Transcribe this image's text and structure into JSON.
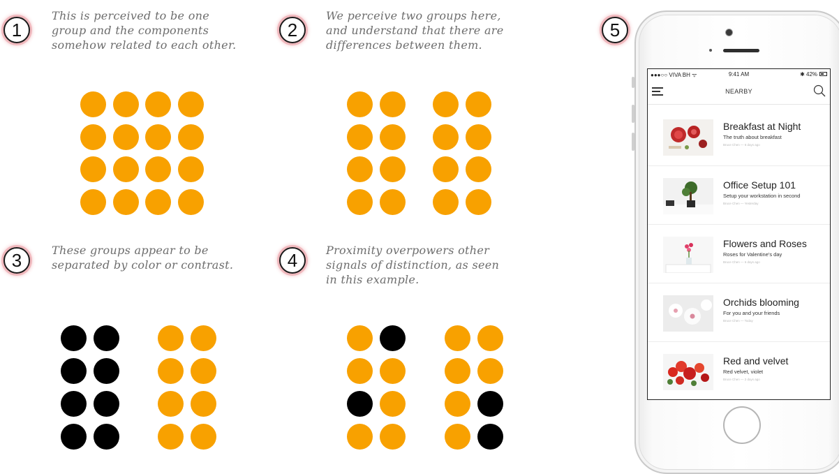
{
  "panels": [
    {
      "number": "1",
      "caption": [
        "This is perceived to be one",
        "group and the components",
        "somehow related to each other."
      ]
    },
    {
      "number": "2",
      "caption": [
        "We perceive two groups here,",
        "and understand that there are",
        "differences between them."
      ]
    },
    {
      "number": "3",
      "caption": [
        "These groups appear to be",
        "separated by color or contrast."
      ]
    },
    {
      "number": "4",
      "caption": [
        "Proximity overpowers other",
        "signals of distinction, as seen",
        "in this example."
      ]
    },
    {
      "number": "5"
    }
  ],
  "colors": {
    "orange": "#f8a100",
    "black": "#000000",
    "badge_glow": "#f0b8bd"
  },
  "dot_grids": {
    "panel1": [
      "oooo",
      "oooo",
      "oooo",
      "oooo"
    ],
    "panel2": [
      "oo oo",
      "oo oo",
      "oo oo",
      "oo oo"
    ],
    "panel3": [
      "bb oo",
      "bb oo",
      "bb oo",
      "bb oo"
    ],
    "panel4": [
      "ob oo",
      "oo oo",
      "bo ob",
      "oo ob"
    ]
  },
  "phone": {
    "status": {
      "carrier": "●●●○○ VIVA BH ᯤ",
      "time": "9:41 AM",
      "battery": "✱ 42%"
    },
    "nav_title": "NEARBY",
    "icons": {
      "menu": "hamburger-menu-icon",
      "search": "search-icon"
    },
    "feed": [
      {
        "title": "Breakfast at Night",
        "subtitle": "The truth about breakfast",
        "meta": "Bruce Chen — 6 days ago",
        "image": "breakfast-tarts"
      },
      {
        "title": "Office Setup 101",
        "subtitle": "Setup your workstation in second",
        "meta": "Bruce Chen — Yesterday",
        "image": "bonsai-desk"
      },
      {
        "title": "Flowers and Roses",
        "subtitle": "Roses for Valentine's day",
        "meta": "Bruce Chen — 6 days ago",
        "image": "vase-roses"
      },
      {
        "title": "Orchids blooming",
        "subtitle": "For you and your friends",
        "meta": "Bruce Chen — Today",
        "image": "white-orchids"
      },
      {
        "title": "Red and velvet",
        "subtitle": "Red velvet, violet",
        "meta": "Bruce Chen — 2 days ago",
        "image": "red-flowers"
      }
    ]
  }
}
